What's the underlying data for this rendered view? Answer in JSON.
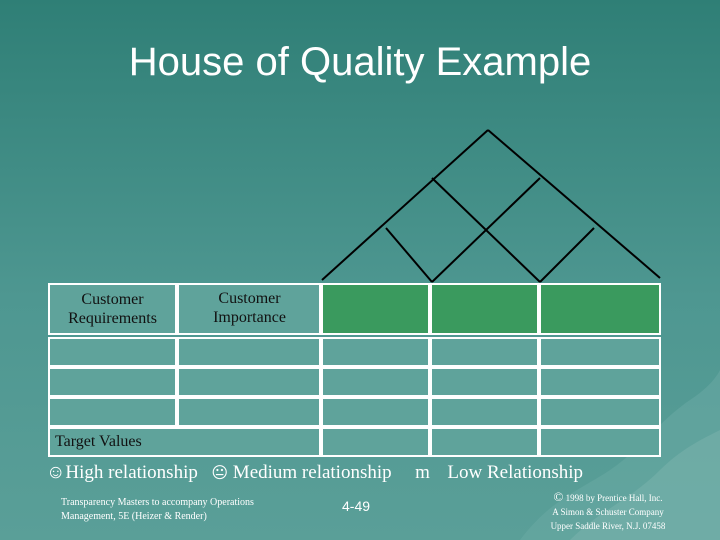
{
  "slide": {
    "title": "House of Quality Example",
    "colors": {
      "background": "#3f8c84",
      "top_row_fill": "#3a9a5e",
      "cell_fill": "#5fa39b",
      "grid_line": "#ffffff",
      "roof_line": "#000000"
    }
  },
  "house": {
    "customer_requirements_label": "Customer Requirements",
    "customer_importance_label": "Customer Importance",
    "target_values_label": "Target Values"
  },
  "legend": {
    "high_symbol": "☺",
    "high_label": "High relationship",
    "medium_symbol": "😐",
    "medium_label": "Medium relationship",
    "low_symbol": "m",
    "low_label": "Low Relationship"
  },
  "footer": {
    "left_line1": "Transparency Masters to accompany Operations",
    "left_line2": "Management, 5E (Heizer & Render)",
    "page_number": "4-49",
    "copyright_symbol": "©",
    "right_line1": "1998 by Prentice Hall, Inc.",
    "right_line2": "A Simon & Schuster Company",
    "right_line3": "Upper Saddle River, N.J. 07458"
  }
}
